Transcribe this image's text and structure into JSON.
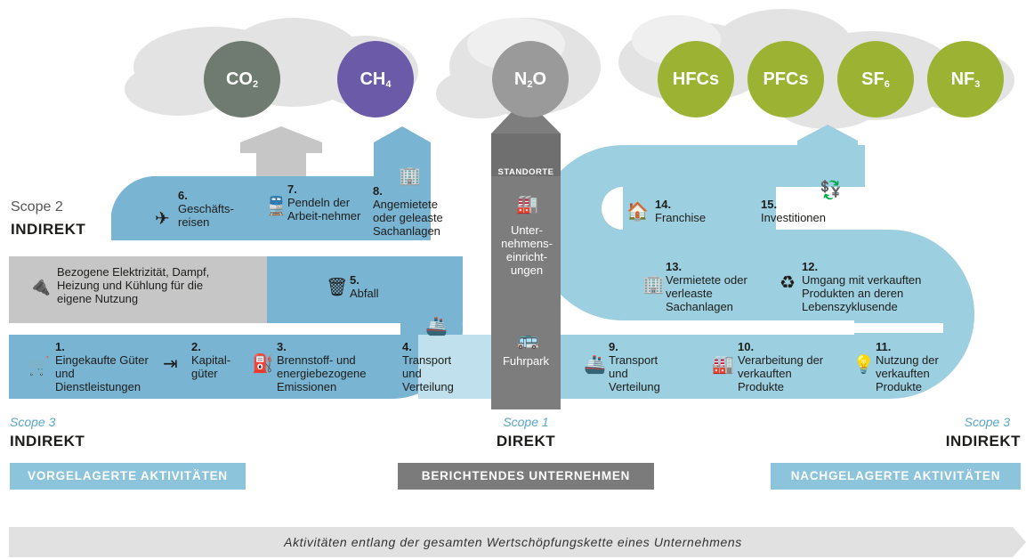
{
  "gases": [
    {
      "main": "CO",
      "sub": "2",
      "color": "#6f7a70"
    },
    {
      "main": "CH",
      "sub": "4",
      "color": "#6b5aa8"
    },
    {
      "main": "N",
      "sub": "2",
      "tail": "O",
      "color": "#9a9a9a"
    },
    {
      "main": "HFCs",
      "sub": "",
      "color": "#9cb232"
    },
    {
      "main": "PFCs",
      "sub": "",
      "color": "#9cb232"
    },
    {
      "main": "SF",
      "sub": "6",
      "color": "#9cb232"
    },
    {
      "main": "NF",
      "sub": "3",
      "color": "#9cb232"
    }
  ],
  "scope2": {
    "small": "Scope 2",
    "big": "INDIREKT"
  },
  "scope3_left": {
    "small": "Scope 3",
    "big": "INDIREKT"
  },
  "scope1": {
    "small": "Scope 1",
    "big": "DIREKT"
  },
  "scope3_right": {
    "small": "Scope 3",
    "big": "INDIREKT"
  },
  "electricity": "Bezogene Elektrizität, Dampf, Heizung und Kühlung für die eigene Nutzung",
  "upstream": [
    {
      "num": "1.",
      "text": "Eingekaufte Güter und Dienstleistungen"
    },
    {
      "num": "2.",
      "text": "Kapital-güter"
    },
    {
      "num": "3.",
      "text": "Brennstoff- und energiebezogene Emissionen"
    },
    {
      "num": "4.",
      "text": "Transport und Verteilung"
    },
    {
      "num": "5.",
      "text": "Abfall"
    },
    {
      "num": "6.",
      "text": "Geschäfts-reisen"
    },
    {
      "num": "7.",
      "text": "Pendeln der Arbeit-nehmer"
    },
    {
      "num": "8.",
      "text": "Angemietete oder geleaste Sachanlagen"
    }
  ],
  "direct": {
    "standorte": "STANDORTE",
    "facilities": "Unter-nehmens-einricht-ungen",
    "fleet": "Fuhrpark"
  },
  "downstream": [
    {
      "num": "9.",
      "text": "Transport und Verteilung"
    },
    {
      "num": "10.",
      "text": "Verarbeitung der verkauften Produkte"
    },
    {
      "num": "11.",
      "text": "Nutzung der verkauften Produkte"
    },
    {
      "num": "12.",
      "text": "Umgang mit verkauften Produkten an deren Lebenszyklusende"
    },
    {
      "num": "13.",
      "text": "Vermietete oder verleaste Sachanlagen"
    },
    {
      "num": "14.",
      "text": "Franchise"
    },
    {
      "num": "15.",
      "text": "Investitionen"
    }
  ],
  "pills": {
    "upstream": "VORGELAGERTE AKTIVITÄTEN",
    "reporting": "BERICHTENDES UNTERNEHMEN",
    "downstream": "NACHGELAGERTE AKTIVITÄTEN"
  },
  "value_chain": "Aktivitäten entlang der gesamten Wertschöpfungskette eines Unternehmens",
  "colors": {
    "blue": "#79b4d2",
    "light_blue": "#9ccfe0",
    "gray": "#c6c6c6",
    "dark_gray": "#7d7d7d",
    "pill_blue": "#8cc4dc",
    "pill_gray": "#7b7b7b"
  }
}
